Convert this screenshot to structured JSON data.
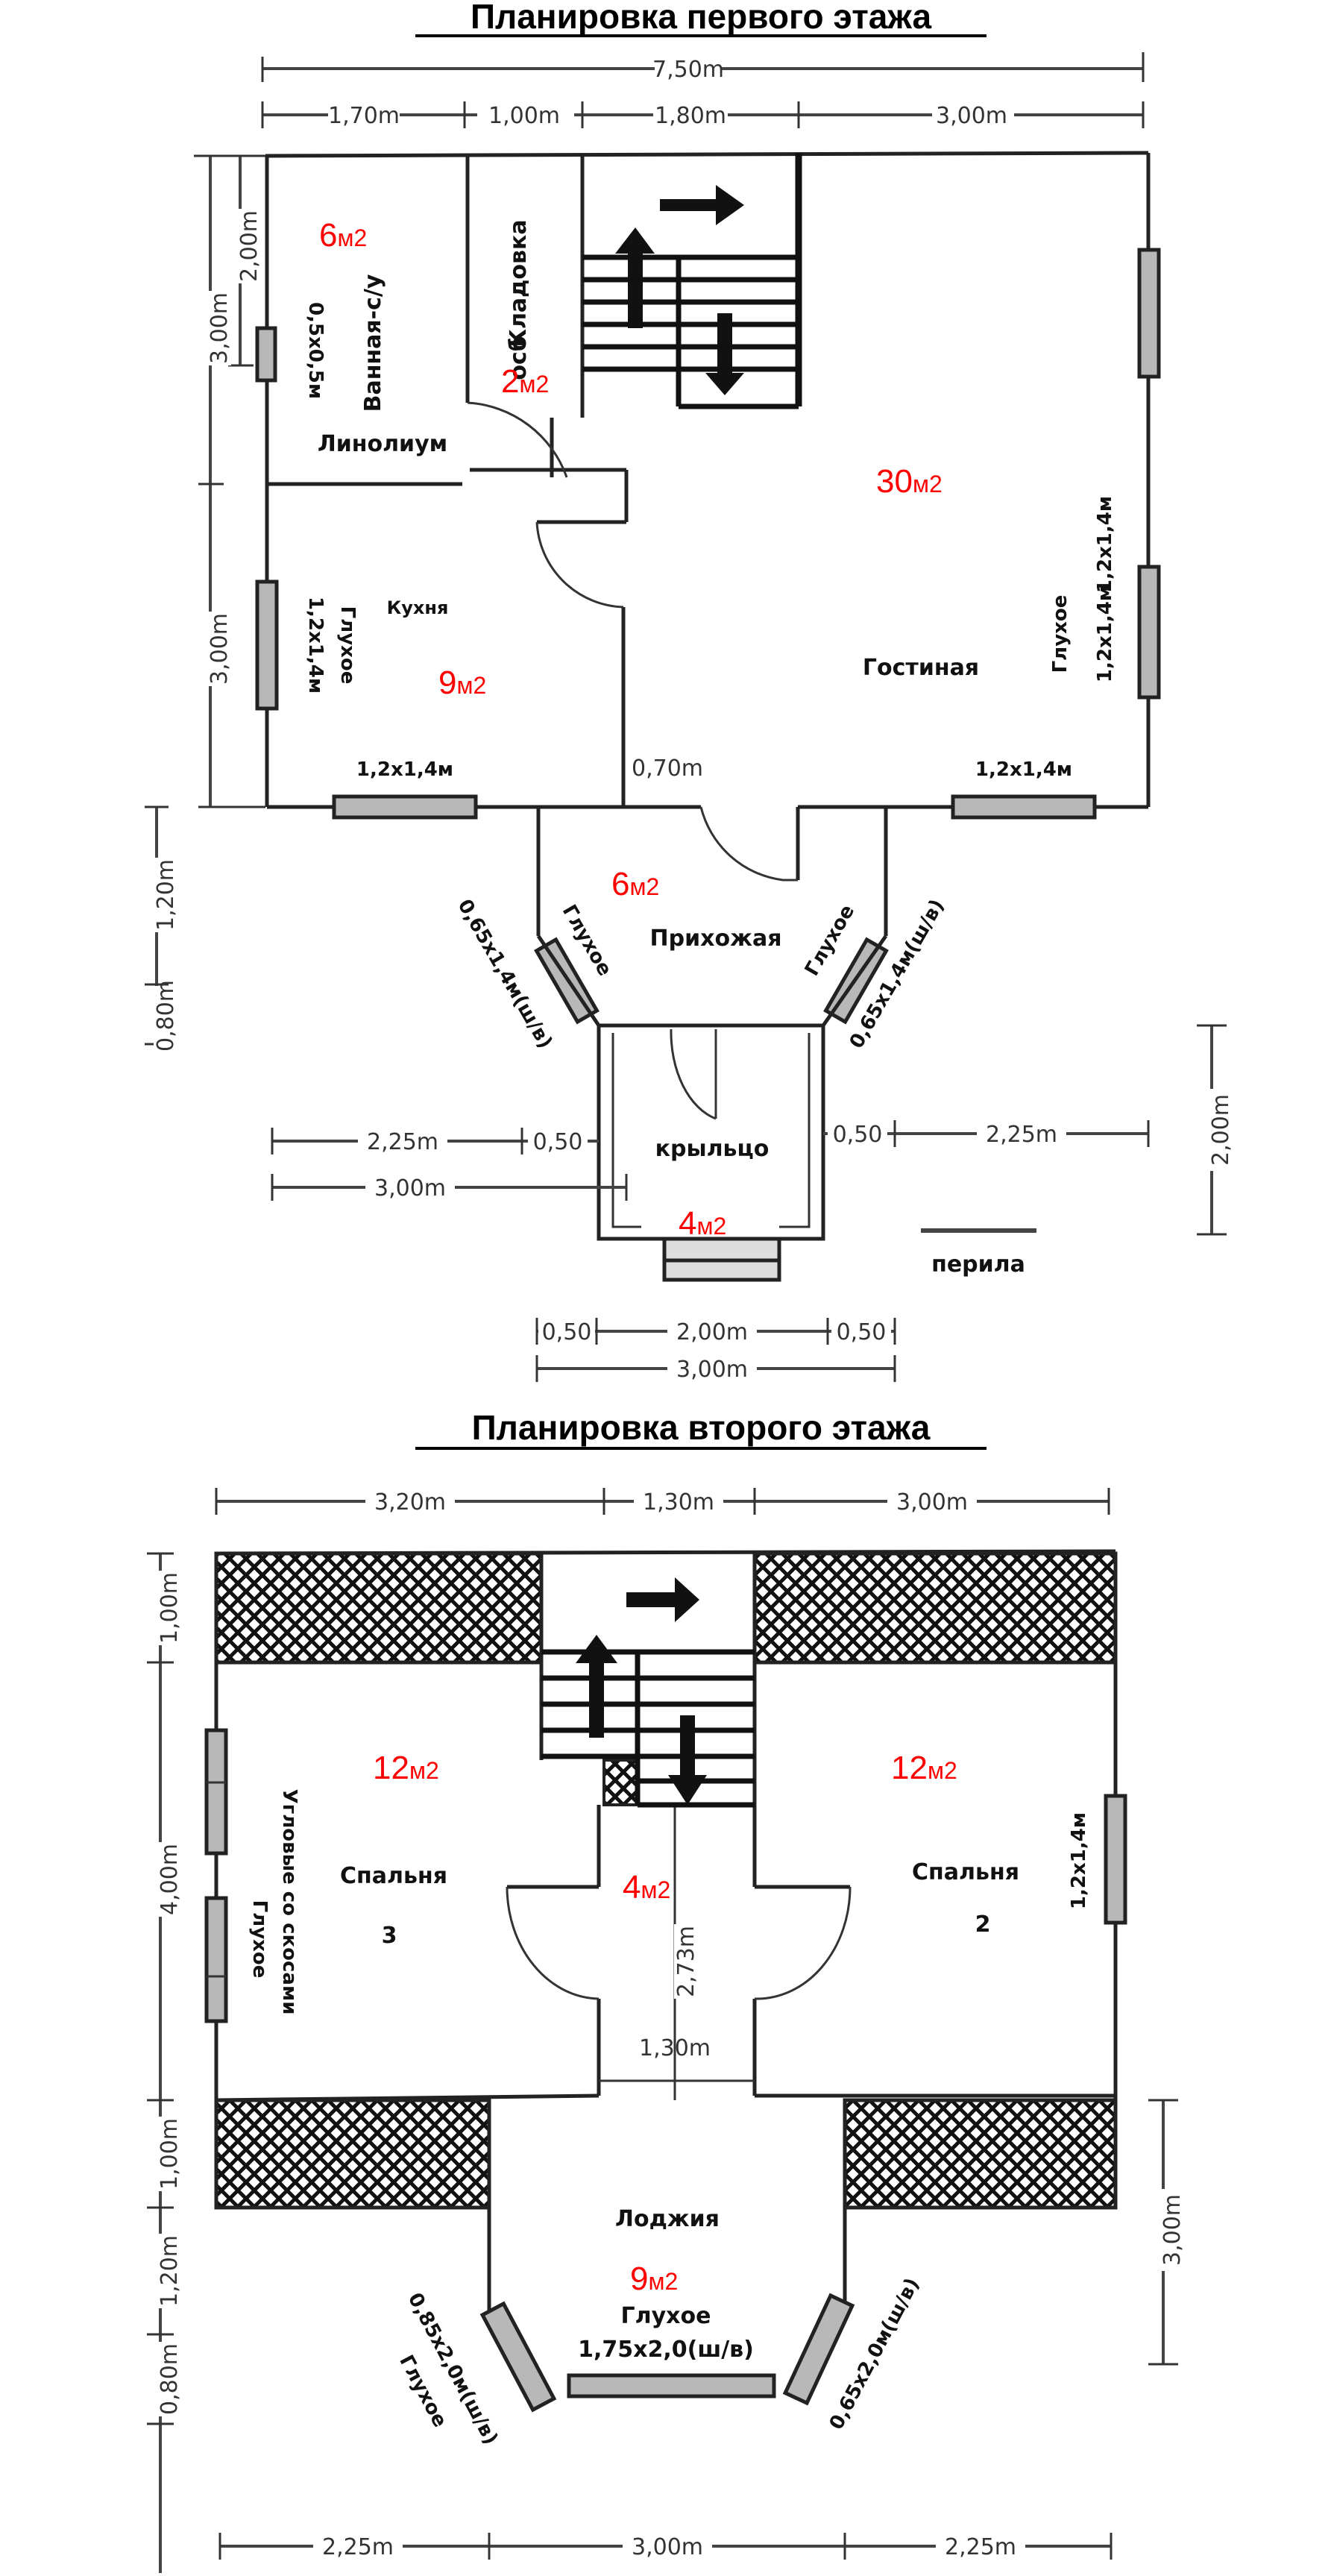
{
  "floor1": {
    "title": "Планировка первого этажа",
    "dims_top": {
      "total": "7,50m",
      "segments": [
        "1,70m",
        "1,00m",
        "1,80m",
        "3,00m"
      ]
    },
    "dims_left": [
      "3,00m",
      "2,00m",
      "3,00m",
      "1,20m",
      "0,80m"
    ],
    "rooms": {
      "bath": {
        "label": "Ванная-с/у",
        "floor": "Линолиум",
        "window": "0,5x0,5м",
        "area": "6",
        "unit": "м2"
      },
      "storage": {
        "label": "Кладовка",
        "sub": "осб",
        "area": "2",
        "unit": "м2"
      },
      "living": {
        "label": "Гостиная",
        "area": "30",
        "unit": "м2"
      },
      "kitchen": {
        "label": "Кухня",
        "area": "9",
        "unit": "м2"
      },
      "hall": {
        "label": "Прихожая",
        "area": "6",
        "unit": "м2"
      },
      "porch": {
        "label": "крыльцо",
        "area": "4",
        "unit": "м2"
      }
    },
    "windows": {
      "kitchen_side": "1,2x1,4м",
      "kitchen_side_type": "Глухое",
      "kitchen_bottom": "1,2x1,4м",
      "living_right_top": "1,2x1,4м",
      "living_right_bottom": "1,2x1,4м",
      "living_right_bottom_type": "Глухое",
      "living_bottom": "1,2x1,4м",
      "hall_left": "0,65x1,4м(ш/в)",
      "hall_left_type": "Глухое",
      "hall_right": "0,65x1,4м(ш/в)",
      "hall_right_type": "Глухое"
    },
    "door_width": "0,70m",
    "porch_dims": {
      "left": "2,25m",
      "left_gap": "0,50",
      "right_gap": "0,50",
      "right": "2,25m",
      "left_total": "3,00m",
      "height": "2,00m",
      "bottom_gap_l": "0,50",
      "bottom_mid": "2,00m",
      "bottom_gap_r": "0,50",
      "bottom_total": "3,00m"
    },
    "railing_legend": "перила"
  },
  "floor2": {
    "title": "Планировка второго этажа",
    "dims_top": [
      "3,20m",
      "1,30m",
      "3,00m"
    ],
    "dims_left": [
      "1,00m",
      "4,00m",
      "1,00m",
      "1,20m",
      "0,80m"
    ],
    "dims_right": "3,00m",
    "dims_bottom": [
      "2,25m",
      "3,00m",
      "2,25m"
    ],
    "corridor_width": "1,30m",
    "corridor_length": "2,73m",
    "rooms": {
      "bedroom3": {
        "label": "Спальня",
        "num": "3",
        "area": "12",
        "unit": "м2"
      },
      "bedroom2": {
        "label": "Спальня",
        "num": "2",
        "area": "12",
        "unit": "м2"
      },
      "corridor": {
        "area": "4",
        "unit": "м2"
      },
      "loggia": {
        "label": "Лоджия",
        "area": "9",
        "unit": "м2"
      }
    },
    "windows": {
      "left_note": "Угловые со скосами",
      "left_type": "Глухое",
      "right": "1,2x1,4м",
      "loggia_center_type": "Глухое",
      "loggia_center": "1,75x2,0(ш/в)",
      "loggia_left": "0,85x2,0м(ш/в)",
      "loggia_left_type": "Глухое",
      "loggia_right": "0,65x2,0м(ш/в)"
    }
  }
}
